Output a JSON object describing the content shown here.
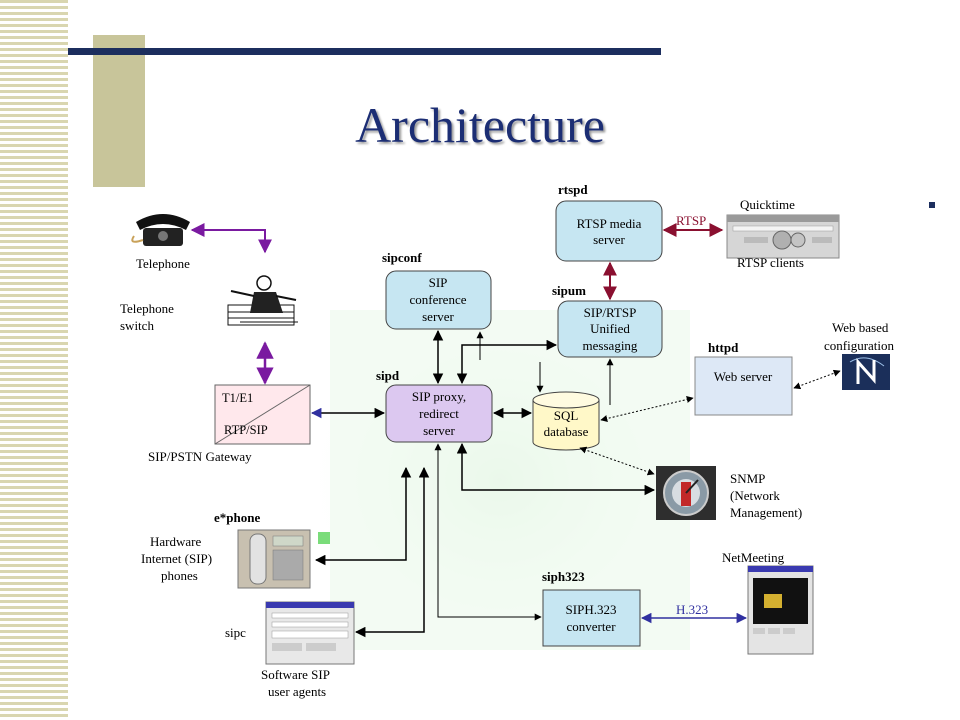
{
  "slide": {
    "title": "Architecture"
  },
  "diagram": {
    "servers": {
      "rtsp_media": {
        "tag": "rtspd",
        "line1": "RTSP media",
        "line2": "server"
      },
      "conference": {
        "tag": "sipconf",
        "line1": "SIP",
        "line2": "conference",
        "line3": "server"
      },
      "unified_messaging": {
        "tag": "sipum",
        "line1": "SIP/RTSP",
        "line2": "Unified",
        "line3": "messaging"
      },
      "proxy": {
        "tag": "sipd",
        "line1": "SIP proxy,",
        "line2": "redirect",
        "line3": "server"
      },
      "database": {
        "line1": "SQL",
        "line2": "database"
      },
      "web": {
        "tag": "httpd",
        "line1": "Web server"
      },
      "h323": {
        "tag": "siph323",
        "line1": "SIPH.323",
        "line2": "converter"
      }
    },
    "gateway": {
      "top": "T1/E1",
      "bottom": "RTP/SIP",
      "caption": "SIP/PSTN Gateway"
    },
    "labels": {
      "telephone": "Telephone",
      "switch_line1": "Telephone",
      "switch_line2": "switch",
      "quicktime": "Quicktime",
      "rtsp_clients": "RTSP clients",
      "rtsp_link": "RTSP",
      "web_config_line1": "Web based",
      "web_config_line2": "configuration",
      "snmp_line1": "SNMP",
      "snmp_line2": "(Network",
      "snmp_line3": "Management)",
      "ephone": "e*phone",
      "hw_line1": "Hardware",
      "hw_line2": "Internet (SIP)",
      "hw_line3": "phones",
      "sipc": "sipc",
      "sw_line1": "Software SIP",
      "sw_line2": "user agents",
      "netmeeting": "NetMeeting",
      "h323_link": "H.323"
    },
    "colors": {
      "server_fill": "#c6e6f2",
      "proxy_fill": "#dcc8f0",
      "db_fill": "#fff8c8",
      "background_glow": "#e6f6e6",
      "signal_purple": "#7a1aa0",
      "rtsp_maroon": "#8a1030",
      "h323_blue": "#3030a0",
      "title_navy": "#1c2e74"
    }
  }
}
